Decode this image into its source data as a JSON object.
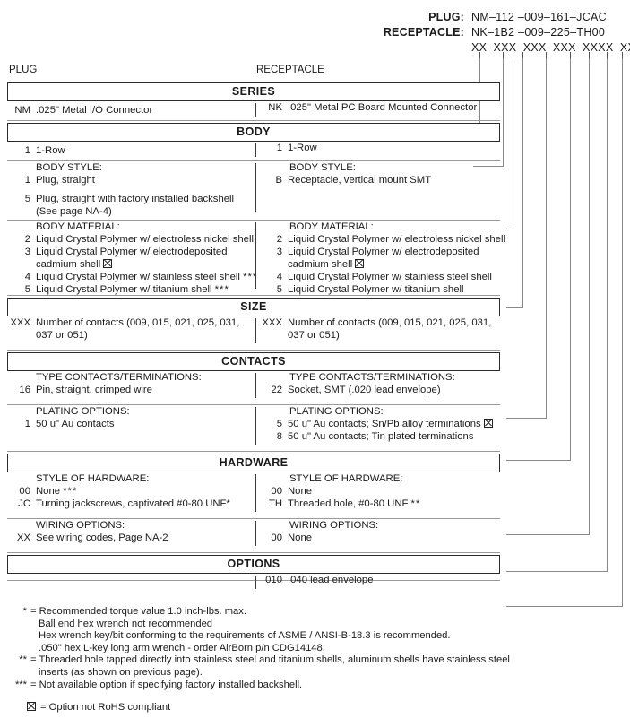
{
  "header": {
    "rows": [
      {
        "label": "PLUG:",
        "value": "NM–112 –009–161–JCAC"
      },
      {
        "label": "RECEPTACLE:",
        "value": "NK–1B2 –009–225–TH00"
      },
      {
        "label": "",
        "value": "XX–XXX–XXX–XXX–XXXX–XXX"
      }
    ]
  },
  "columns": {
    "left": "PLUG",
    "right": "RECEPTACLE"
  },
  "sections": [
    {
      "band": "SERIES",
      "groups": [
        {
          "left": {
            "subhdr": "",
            "options": [
              {
                "code": "NM",
                "text": ".025\" Metal I/O Connector"
              }
            ]
          },
          "right": {
            "subhdr": "",
            "options": [
              {
                "code": "NK",
                "text": ".025\" Metal PC Board Mounted Connector"
              }
            ]
          }
        }
      ]
    },
    {
      "band": "BODY",
      "groups": [
        {
          "left": {
            "subhdr": "",
            "options": [
              {
                "code": "1",
                "text": "1-Row"
              }
            ]
          },
          "right": {
            "subhdr": "",
            "options": [
              {
                "code": "1",
                "text": "1-Row"
              }
            ]
          }
        },
        {
          "left": {
            "subhdr": "BODY STYLE:",
            "options": [
              {
                "code": "1",
                "text": "Plug, straight"
              },
              {
                "code": "5",
                "text": "Plug, straight with factory installed backshell",
                "text2": "(See page NA-4)"
              }
            ]
          },
          "right": {
            "subhdr": "BODY STYLE:",
            "options": [
              {
                "code": "B",
                "text": "Receptacle, vertical mount SMT"
              }
            ]
          }
        },
        {
          "left": {
            "subhdr": "BODY MATERIAL:",
            "options": [
              {
                "code": "2",
                "text": "Liquid Crystal Polymer w/ electroless nickel shell"
              },
              {
                "code": "3",
                "text": "Liquid Crystal Polymer w/ electrodeposited",
                "text2": "cadmium shell",
                "rohs2": true
              },
              {
                "code": "4",
                "text": "Liquid Crystal Polymer w/ stainless steel shell",
                "stars": "***"
              },
              {
                "code": "5",
                "text": "Liquid Crystal Polymer w/ titanium shell",
                "stars": "***"
              }
            ]
          },
          "right": {
            "subhdr": "BODY MATERIAL:",
            "options": [
              {
                "code": "2",
                "text": "Liquid Crystal Polymer w/ electroless nickel shell"
              },
              {
                "code": "3",
                "text": "Liquid Crystal Polymer w/ electrodeposited",
                "text2": "cadmium shell",
                "rohs2": true
              },
              {
                "code": "4",
                "text": "Liquid Crystal Polymer w/ stainless steel shell"
              },
              {
                "code": "5",
                "text": "Liquid Crystal Polymer w/ titanium shell"
              }
            ]
          }
        }
      ]
    },
    {
      "band": "SIZE",
      "groups": [
        {
          "left": {
            "subhdr": "",
            "options": [
              {
                "code": "XXX",
                "text": "Number of contacts (009, 015, 021, 025, 031,",
                "text2": "037 or 051)"
              }
            ]
          },
          "right": {
            "subhdr": "",
            "options": [
              {
                "code": "XXX",
                "text": "Number of contacts (009, 015, 021, 025, 031,",
                "text2": "037 or 051)"
              }
            ]
          }
        }
      ]
    },
    {
      "band": "CONTACTS",
      "groups": [
        {
          "left": {
            "subhdr": "TYPE CONTACTS/TERMINATIONS:",
            "options": [
              {
                "code": "16",
                "text": "Pin, straight, crimped wire"
              }
            ]
          },
          "right": {
            "subhdr": "TYPE CONTACTS/TERMINATIONS:",
            "options": [
              {
                "code": "22",
                "text": "Socket, SMT (.020 lead envelope)"
              }
            ]
          }
        },
        {
          "left": {
            "subhdr": "PLATING OPTIONS:",
            "options": [
              {
                "code": "1",
                "text": "50 u\" Au contacts"
              }
            ]
          },
          "right": {
            "subhdr": "PLATING OPTIONS:",
            "options": [
              {
                "code": "5",
                "text": "50 u\" Au contacts; Sn/Pb alloy terminations",
                "rohs": true
              },
              {
                "code": "8",
                "text": "50 u\" Au contacts; Tin plated terminations"
              }
            ]
          }
        }
      ]
    },
    {
      "band": "HARDWARE",
      "groups": [
        {
          "left": {
            "subhdr": "STYLE OF HARDWARE:",
            "options": [
              {
                "code": "00",
                "text": "None",
                "stars": "***"
              },
              {
                "code": "JC",
                "text": "Turning jackscrews, captivated #0-80 UNF*"
              }
            ]
          },
          "right": {
            "subhdr": "STYLE OF HARDWARE:",
            "options": [
              {
                "code": "00",
                "text": "None"
              },
              {
                "code": "TH",
                "text": "Threaded hole, #0-80 UNF",
                "stars": "**"
              }
            ]
          }
        },
        {
          "left": {
            "subhdr": "WIRING OPTIONS:",
            "options": [
              {
                "code": "XX",
                "text": "See wiring codes, Page NA-2"
              }
            ]
          },
          "right": {
            "subhdr": "WIRING OPTIONS:",
            "options": [
              {
                "code": "00",
                "text": "None"
              }
            ]
          }
        }
      ]
    },
    {
      "band": "OPTIONS",
      "groups": [
        {
          "left": {
            "subhdr": "",
            "options": []
          },
          "right": {
            "subhdr": "",
            "options": [
              {
                "code": "010",
                "text": ".040 lead envelope"
              }
            ]
          }
        }
      ]
    }
  ],
  "footnotes": [
    {
      "marker": "*",
      "lines": [
        "= Recommended torque value 1.0 inch-lbs. max.",
        "Ball end hex wrench not recommended",
        "Hex wrench key/bit conforming to the requirements of ASME / ANSI-B-18.3 is recommended.",
        ".050\" hex L-key long arm wrench - order AirBorn p/n CDG14148."
      ]
    },
    {
      "marker": "**",
      "lines": [
        "= Threaded hole tapped directly into stainless steel and titanium shells, aluminum shells have stainless steel",
        "inserts (as shown on previous page)."
      ]
    },
    {
      "marker": "***",
      "lines": [
        "= Not available option if specifying factory installed backshell."
      ]
    }
  ],
  "rohs_legend": "= Option not RoHS compliant"
}
